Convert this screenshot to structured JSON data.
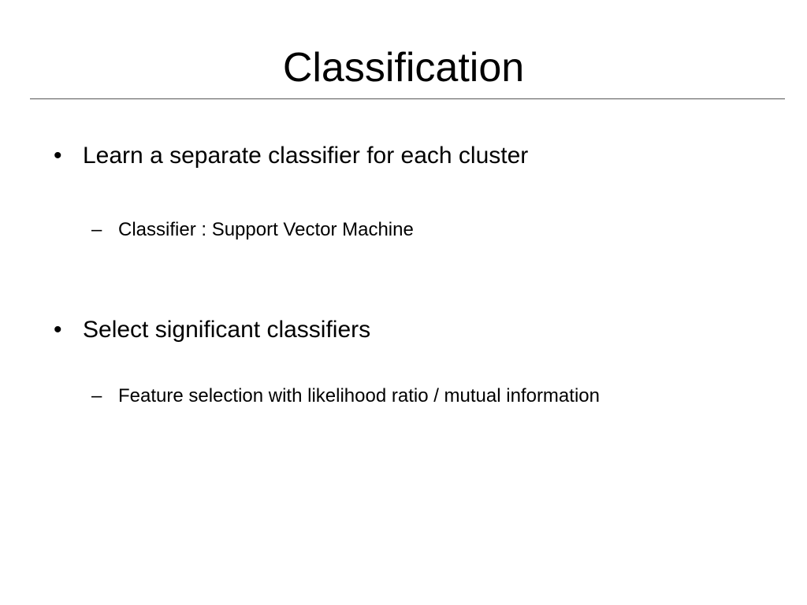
{
  "slide": {
    "title": "Classification",
    "items": [
      {
        "marker": "•",
        "text": "Learn a separate classifier for each cluster",
        "sub": {
          "marker": "–",
          "text": "Classifier : Support Vector Machine"
        }
      },
      {
        "marker": "•",
        "text": "Select significant classifiers",
        "sub": {
          "marker": "–",
          "text": "Feature selection with likelihood ratio / mutual information"
        }
      }
    ]
  }
}
